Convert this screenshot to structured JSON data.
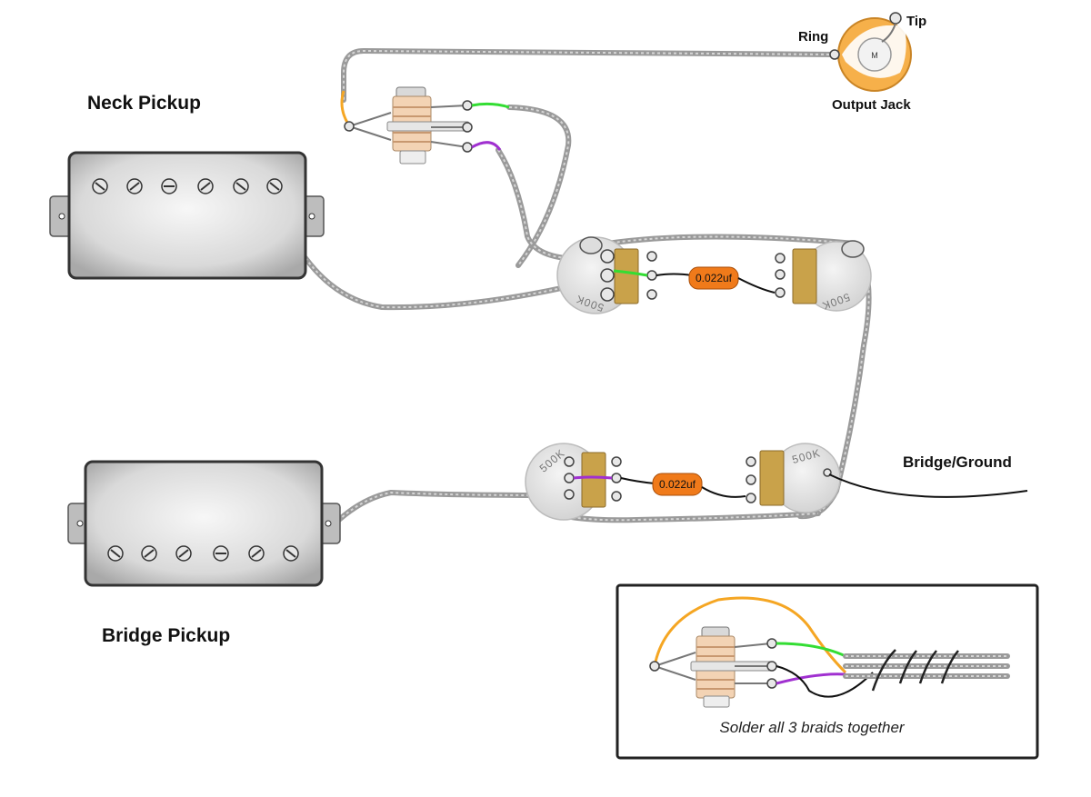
{
  "labels": {
    "neck_pickup": "Neck Pickup",
    "bridge_pickup": "Bridge Pickup",
    "output_jack": "Output Jack",
    "ring": "Ring",
    "tip": "Tip",
    "jack_center": "M",
    "bridge_ground": "Bridge/Ground"
  },
  "capacitors": {
    "top": "0.022uf",
    "bottom": "0.022uf"
  },
  "pots": {
    "neck_volume": "500K",
    "neck_tone": "500K",
    "bridge_volume": "500K",
    "bridge_tone": "500K"
  },
  "inset": {
    "note": "Solder all 3 braids together"
  },
  "colors": {
    "braid": "#9a9a9a",
    "green_wire": "#33dd33",
    "purple_wire": "#a030d0",
    "orange_wire": "#f5a623",
    "capacitor": "#f07a1a",
    "pot_lug_board": "#c9a24a"
  }
}
